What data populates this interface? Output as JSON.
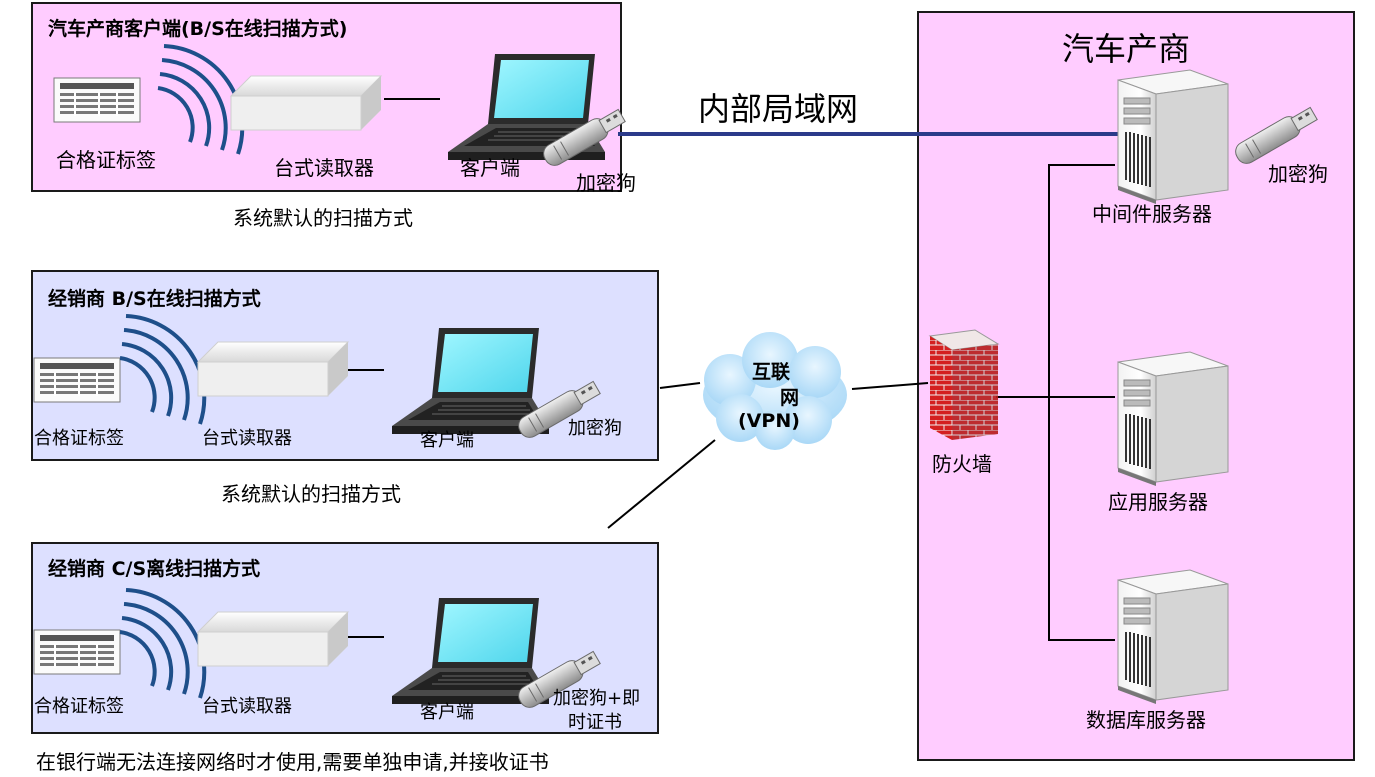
{
  "manufacturer_client": {
    "title": "汽车产商客户端(B/S在线扫描方式)",
    "label_cert": "合格证标签",
    "label_reader": "台式读取器",
    "label_client": "客户端",
    "label_dongle": "加密狗",
    "caption": "系统默认的扫描方式"
  },
  "dealer_bs": {
    "title": "经销商  B/S在线扫描方式",
    "label_cert": "合格证标签",
    "label_reader": "台式读取器",
    "label_client": "客户端",
    "label_dongle": "加密狗",
    "caption": "系统默认的扫描方式"
  },
  "dealer_cs": {
    "title": "经销商  C/S离线扫描方式",
    "label_cert": "合格证标签",
    "label_reader": "台式读取器",
    "label_client": "客户端",
    "label_dongle_line1": "加密狗+即",
    "label_dongle_line2": "时证书",
    "caption": "在银行端无法连接网络时才使用,需要单独申请,并接收证书"
  },
  "lan_label": "内部局域网",
  "internet": {
    "line1": "互联",
    "line2": "网",
    "line3": "(VPN)"
  },
  "firewall_label": "防火墙",
  "manufacturer_site": {
    "title": "汽车产商",
    "dongle_label": "加密狗",
    "middleware_server": "中间件服务器",
    "app_server": "应用服务器",
    "db_server": "数据库服务器"
  }
}
